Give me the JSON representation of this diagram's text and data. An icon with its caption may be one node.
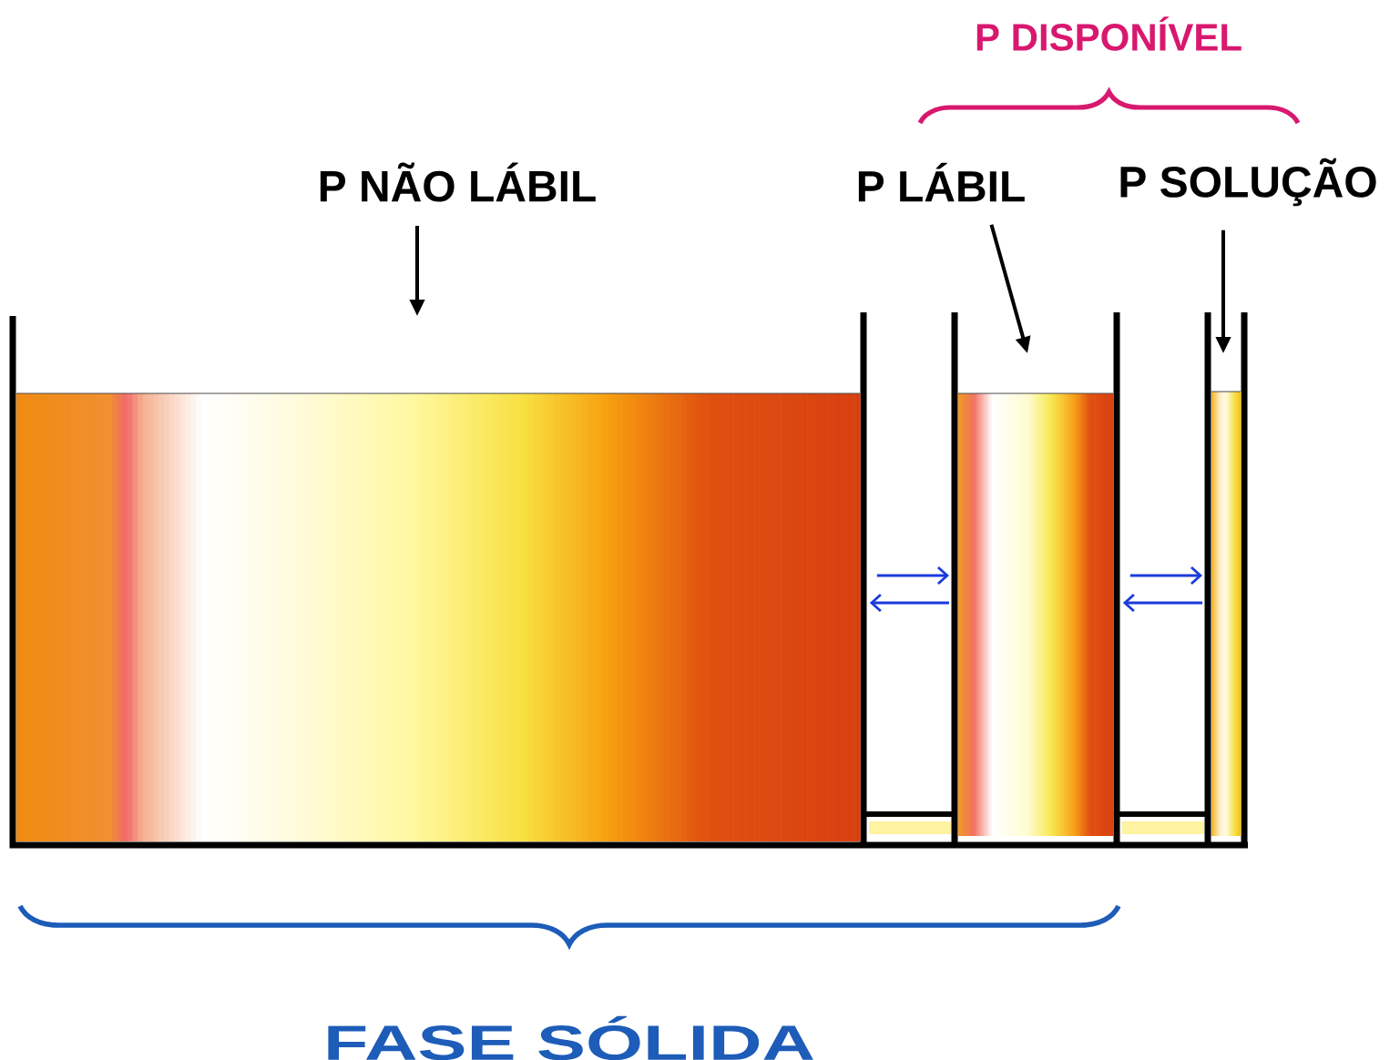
{
  "diagram": {
    "nodes": [
      {
        "text": [
          "P NÃO LÁBIL"
        ]
      },
      {
        "text": [
          "P LÁBIL"
        ]
      },
      {
        "text": [
          "P SOLUÇÃO"
        ]
      },
      {
        "text": [],
        "shape": "box"
      },
      {
        "text": [],
        "shape": "box"
      },
      {
        "text": [],
        "shape": "box"
      }
    ],
    "edges": [
      {
        "from": 0,
        "to": 3,
        "arrow": "to",
        "color": "#000000"
      },
      {
        "from": 1,
        "to": 4,
        "arrow": "to",
        "color": "#000000"
      },
      {
        "from": 2,
        "to": 5,
        "arrow": "to",
        "color": "#000000"
      },
      {
        "from": 3,
        "to": 4,
        "arrow": "to",
        "color": "#1a3adc"
      },
      {
        "from": 4,
        "to": 3,
        "arrow": "to",
        "color": "#1a3adc"
      },
      {
        "from": 4,
        "to": 5,
        "arrow": "to",
        "color": "#1a3adc"
      },
      {
        "from": 5,
        "to": 4,
        "arrow": "to",
        "color": "#1a3adc"
      }
    ],
    "labels": [
      "P DISPONÍVEL",
      "FASE SÓLIDA"
    ]
  }
}
